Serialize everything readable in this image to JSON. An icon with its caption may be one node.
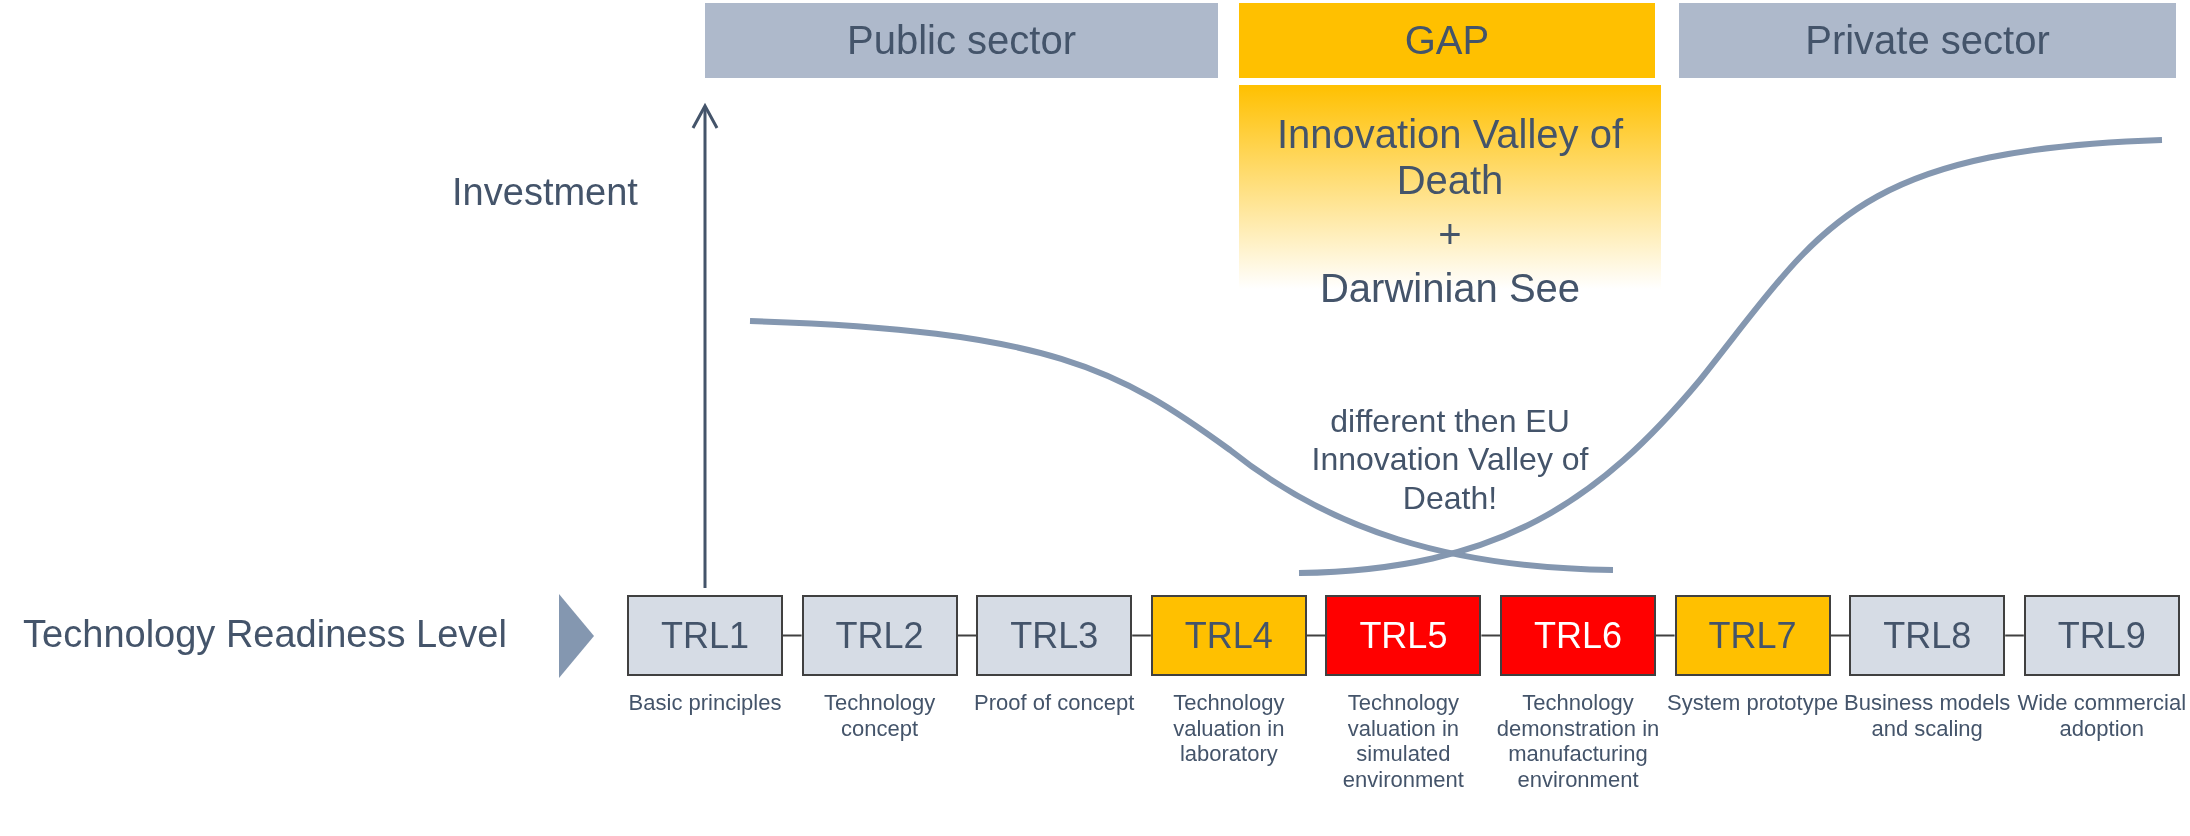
{
  "diagram": {
    "nodes": [
      {
        "text": [
          "Public sector"
        ]
      },
      {
        "text": [
          "GAP"
        ]
      },
      {
        "text": [
          "Private sector"
        ]
      },
      {
        "text": [
          "Innovation Valley of Death",
          "+",
          "Darwinian See"
        ]
      },
      {
        "text": [
          "TRL1"
        ],
        "beside": [
          "Basic principles"
        ]
      },
      {
        "text": [
          "TRL2"
        ],
        "beside": [
          "Technology concept"
        ]
      },
      {
        "text": [
          "TRL3"
        ],
        "beside": [
          "Proof of concept"
        ]
      },
      {
        "text": [
          "TRL4"
        ],
        "beside": [
          "Technology valuation in laboratory"
        ]
      },
      {
        "text": [
          "TRL5"
        ],
        "beside": [
          "Technology valuation in simulated environment"
        ]
      },
      {
        "text": [
          "TRL6"
        ],
        "beside": [
          "Technology demonstration in manufacturing environment"
        ]
      },
      {
        "text": [
          "TRL7"
        ],
        "beside": [
          "System prototype"
        ]
      },
      {
        "text": [
          "TRL8"
        ],
        "beside": [
          "Business models and scaling"
        ]
      },
      {
        "text": [
          "TRL9"
        ],
        "beside": [
          "Wide commercial adoption"
        ]
      }
    ],
    "edges": [
      {
        "from": 4,
        "to": 5,
        "arrow": "none"
      },
      {
        "from": 5,
        "to": 6,
        "arrow": "none"
      },
      {
        "from": 6,
        "to": 7,
        "arrow": "none"
      },
      {
        "from": 7,
        "to": 8,
        "arrow": "none"
      },
      {
        "from": 8,
        "to": 9,
        "arrow": "none"
      },
      {
        "from": 9,
        "to": 10,
        "arrow": "none"
      },
      {
        "from": 10,
        "to": 11,
        "arrow": "none"
      },
      {
        "from": 11,
        "to": 12,
        "arrow": "none"
      }
    ],
    "labels": [
      "Investment",
      "different then EU Innovation Valley of Death!",
      "Technology Readiness Level"
    ]
  }
}
